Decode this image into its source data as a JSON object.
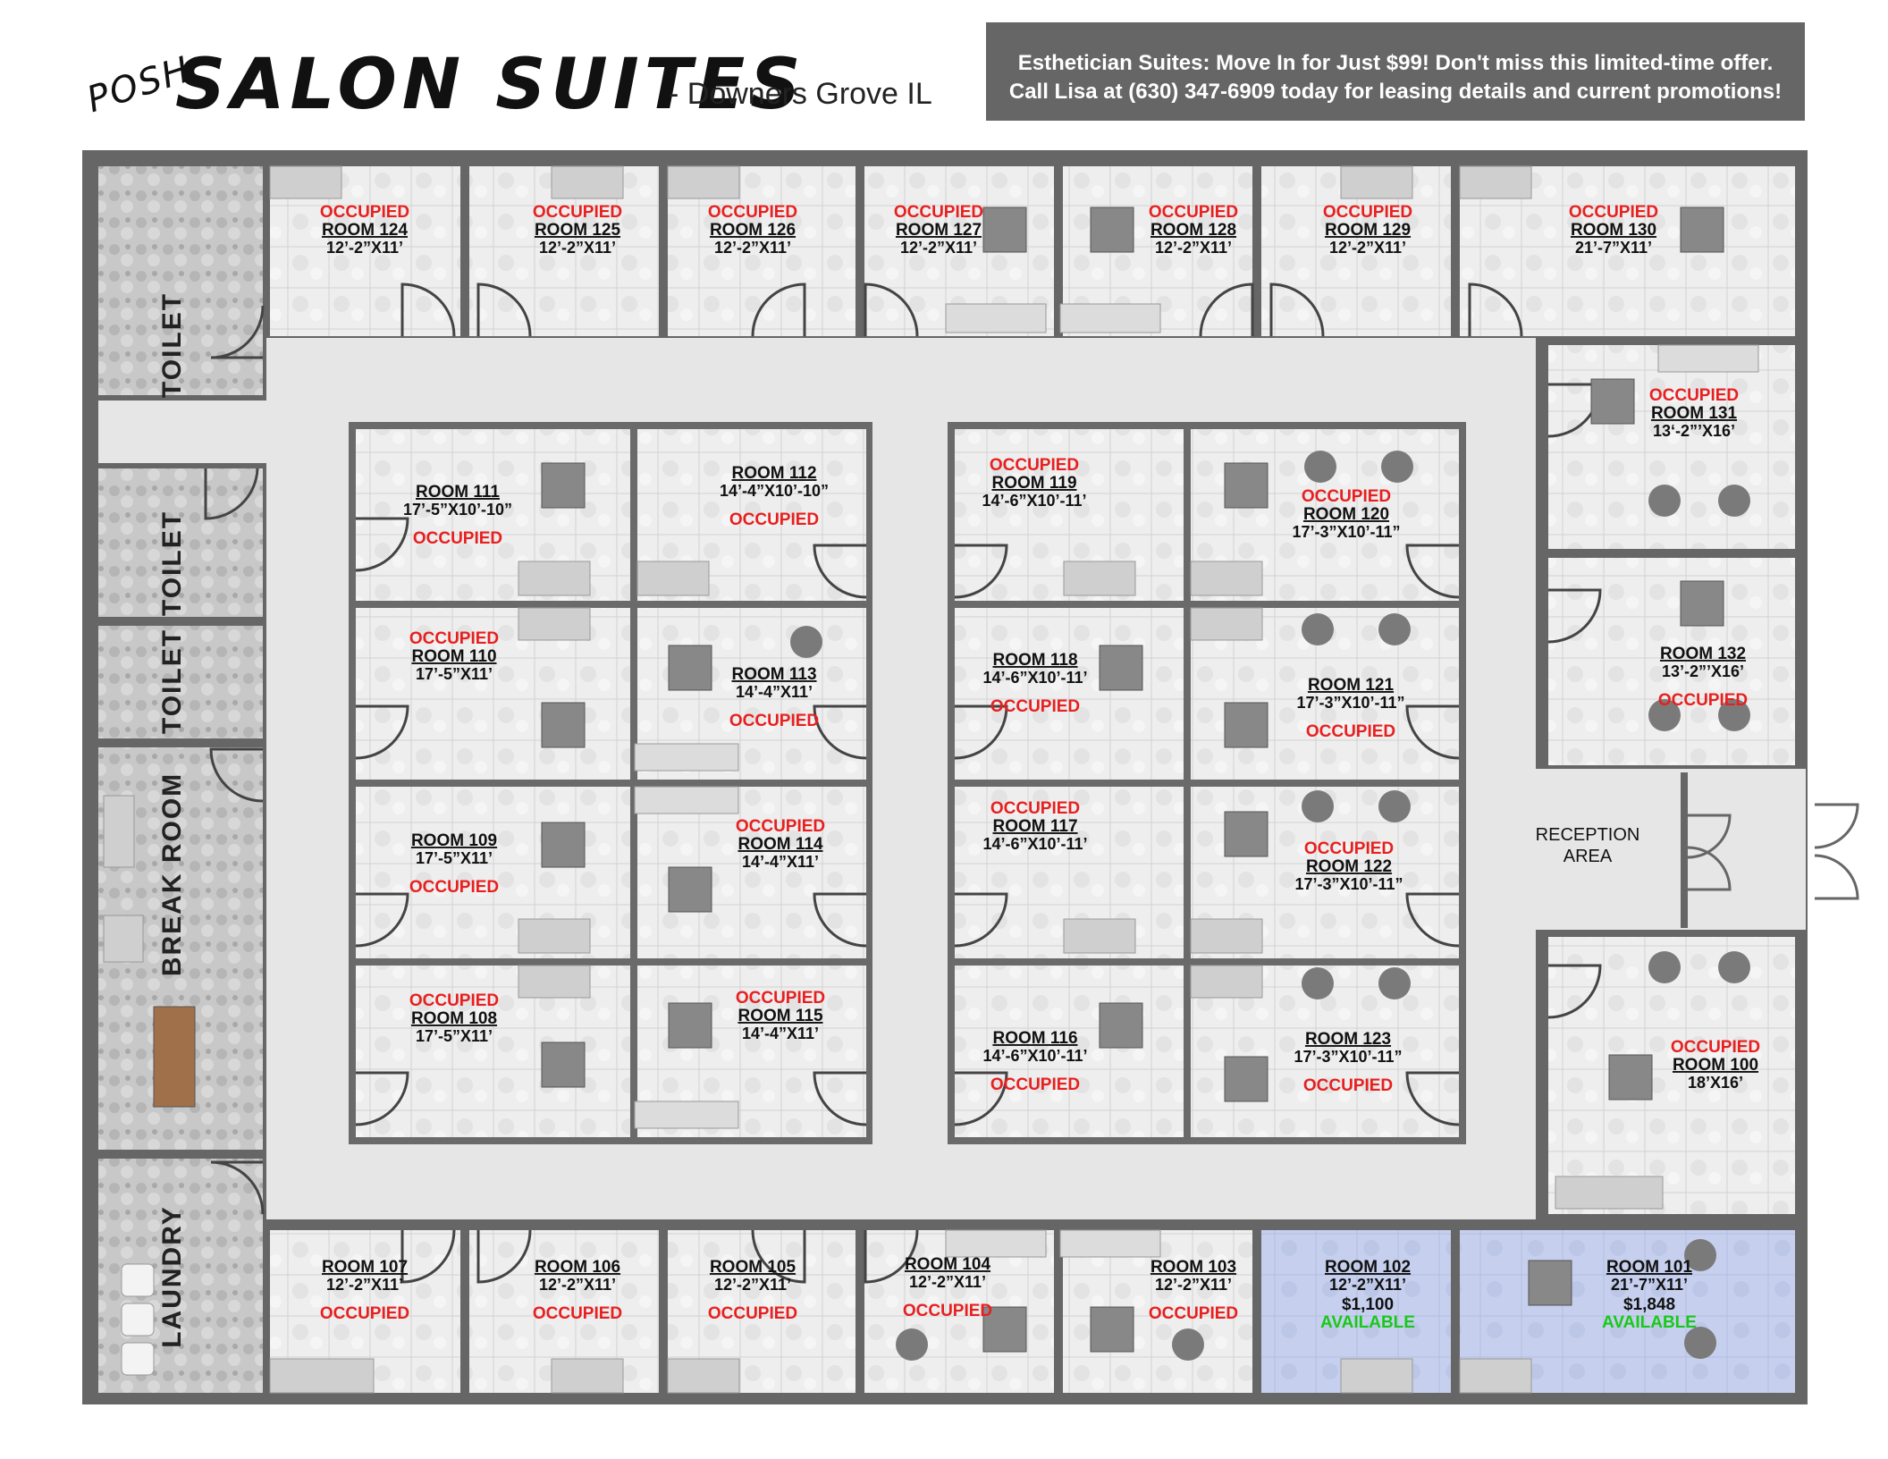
{
  "header": {
    "logo_posh": "POSH",
    "logo_main": "SALON SUITES",
    "location": "- Downers Grove IL"
  },
  "promo": {
    "line1": "Esthetician Suites: Move In for Just $99! Don't miss this limited-time offer.",
    "line2": "Call Lisa at (630) 347-6909 today for leasing details and current promotions!"
  },
  "amenities": {
    "toilet_1": "TOILET",
    "toilet_2": "TOILET",
    "toilet_3": "TOILET",
    "break_room": "BREAK ROOM",
    "laundry": "LAUNDRY",
    "reception_line1": "RECEPTION",
    "reception_line2": "AREA"
  },
  "colors": {
    "occupied": "#e81f1f",
    "available": "#19c819",
    "available_room_fill": "#c9d3ee",
    "wall": "#666666",
    "floor_tile": "#e7e7e7"
  },
  "rooms": [
    {
      "id": "124",
      "label": "ROOM 124",
      "size": "12’-2”X11’",
      "status": "OCCUPIED"
    },
    {
      "id": "125",
      "label": "ROOM 125",
      "size": "12’-2”X11’",
      "status": "OCCUPIED"
    },
    {
      "id": "126",
      "label": "ROOM 126",
      "size": "12’-2”X11’",
      "status": "OCCUPIED"
    },
    {
      "id": "127",
      "label": "ROOM 127",
      "size": "12’-2”X11’",
      "status": "OCCUPIED"
    },
    {
      "id": "128",
      "label": "ROOM 128",
      "size": "12’-2”X11’",
      "status": "OCCUPIED"
    },
    {
      "id": "129",
      "label": "ROOM 129",
      "size": "12’-2”X11’",
      "status": "OCCUPIED"
    },
    {
      "id": "130",
      "label": "ROOM 130",
      "size": "21’-7”X11’",
      "status": "OCCUPIED"
    },
    {
      "id": "131",
      "label": "ROOM 131",
      "size": "13‘-2”’X16’",
      "status": "OCCUPIED"
    },
    {
      "id": "132",
      "label": "ROOM 132",
      "size": "13’-2”’X16’",
      "status": "OCCUPIED"
    },
    {
      "id": "111",
      "label": "ROOM 111",
      "size": "17’-5”X10’-10”",
      "status": "OCCUPIED"
    },
    {
      "id": "112",
      "label": "ROOM 112",
      "size": "14’-4”X10’-10”",
      "status": "OCCUPIED"
    },
    {
      "id": "110",
      "label": "ROOM 110",
      "size": "17’-5”X11’",
      "status": "OCCUPIED"
    },
    {
      "id": "113",
      "label": "ROOM 113",
      "size": "14’-4”X11’",
      "status": "OCCUPIED"
    },
    {
      "id": "109",
      "label": "ROOM 109",
      "size": "17’-5”X11’",
      "status": "OCCUPIED"
    },
    {
      "id": "114",
      "label": "ROOM 114",
      "size": "14’-4”X11’",
      "status": "OCCUPIED"
    },
    {
      "id": "108",
      "label": "ROOM 108",
      "size": "17’-5”X11’",
      "status": "OCCUPIED"
    },
    {
      "id": "115",
      "label": "ROOM 115",
      "size": "14’-4”X11’",
      "status": "OCCUPIED"
    },
    {
      "id": "119",
      "label": "ROOM 119",
      "size": "14’-6”X10’-11’",
      "status": "OCCUPIED"
    },
    {
      "id": "120",
      "label": "ROOM 120",
      "size": "17’-3”X10’-11”",
      "status": "OCCUPIED"
    },
    {
      "id": "118",
      "label": "ROOM 118",
      "size": "14’-6”X10’-11’",
      "status": "OCCUPIED"
    },
    {
      "id": "121",
      "label": "ROOM 121",
      "size": "17’-3”X10’-11”",
      "status": "OCCUPIED"
    },
    {
      "id": "117",
      "label": "ROOM 117",
      "size": "14’-6”X10’-11’",
      "status": "OCCUPIED"
    },
    {
      "id": "122",
      "label": "ROOM 122",
      "size": "17’-3”X10’-11”",
      "status": "OCCUPIED"
    },
    {
      "id": "116",
      "label": "ROOM 116",
      "size": "14’-6”X10’-11’",
      "status": "OCCUPIED"
    },
    {
      "id": "123",
      "label": "ROOM 123",
      "size": "17’-3”X10’-11”",
      "status": "OCCUPIED"
    },
    {
      "id": "100",
      "label": "ROOM 100",
      "size": "18’X16’",
      "status": "OCCUPIED"
    },
    {
      "id": "107",
      "label": "ROOM 107",
      "size": "12’-2”X11’",
      "status": "OCCUPIED"
    },
    {
      "id": "106",
      "label": "ROOM 106",
      "size": "12’-2”X11’",
      "status": "OCCUPIED"
    },
    {
      "id": "105",
      "label": "ROOM 105",
      "size": "12’-2”X11’",
      "status": "OCCUPIED"
    },
    {
      "id": "104",
      "label": "ROOM 104",
      "size": "12’-2”X11’",
      "status": "OCCUPIED"
    },
    {
      "id": "103",
      "label": "ROOM 103",
      "size": "12’-2”X11’",
      "status": "OCCUPIED"
    },
    {
      "id": "102",
      "label": "ROOM 102",
      "size": "12’-2”X11’",
      "price": "$1,100",
      "status": "AVAILABLE"
    },
    {
      "id": "101",
      "label": "ROOM 101",
      "size": "21’-7”X11’",
      "price": "$1,848",
      "status": "AVAILABLE"
    }
  ]
}
